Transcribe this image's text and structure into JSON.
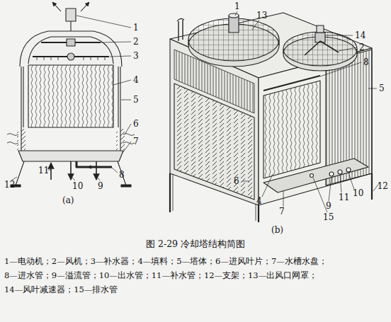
{
  "diagram": {
    "caption": "图 2-29 冷却塔结构简图",
    "labels": [
      "1",
      "2",
      "3",
      "4",
      "5",
      "6",
      "7",
      "8",
      "9",
      "10",
      "11",
      "12",
      "(a)",
      "1",
      "13",
      "14",
      "2",
      "8",
      "5",
      "12",
      "10",
      "11",
      "9",
      "15",
      "7",
      "4",
      "6",
      "(b)",
      "1—电动机；2—风机；3—补水器；4—填料；5—塔体；6—进风叶片；7—水槽水盘；",
      "8—进水管；9—溢流管；10—出水管；11—补水管；12—支架；13—出风口网罩；",
      "14—风叶减速器；15—排水管"
    ]
  }
}
